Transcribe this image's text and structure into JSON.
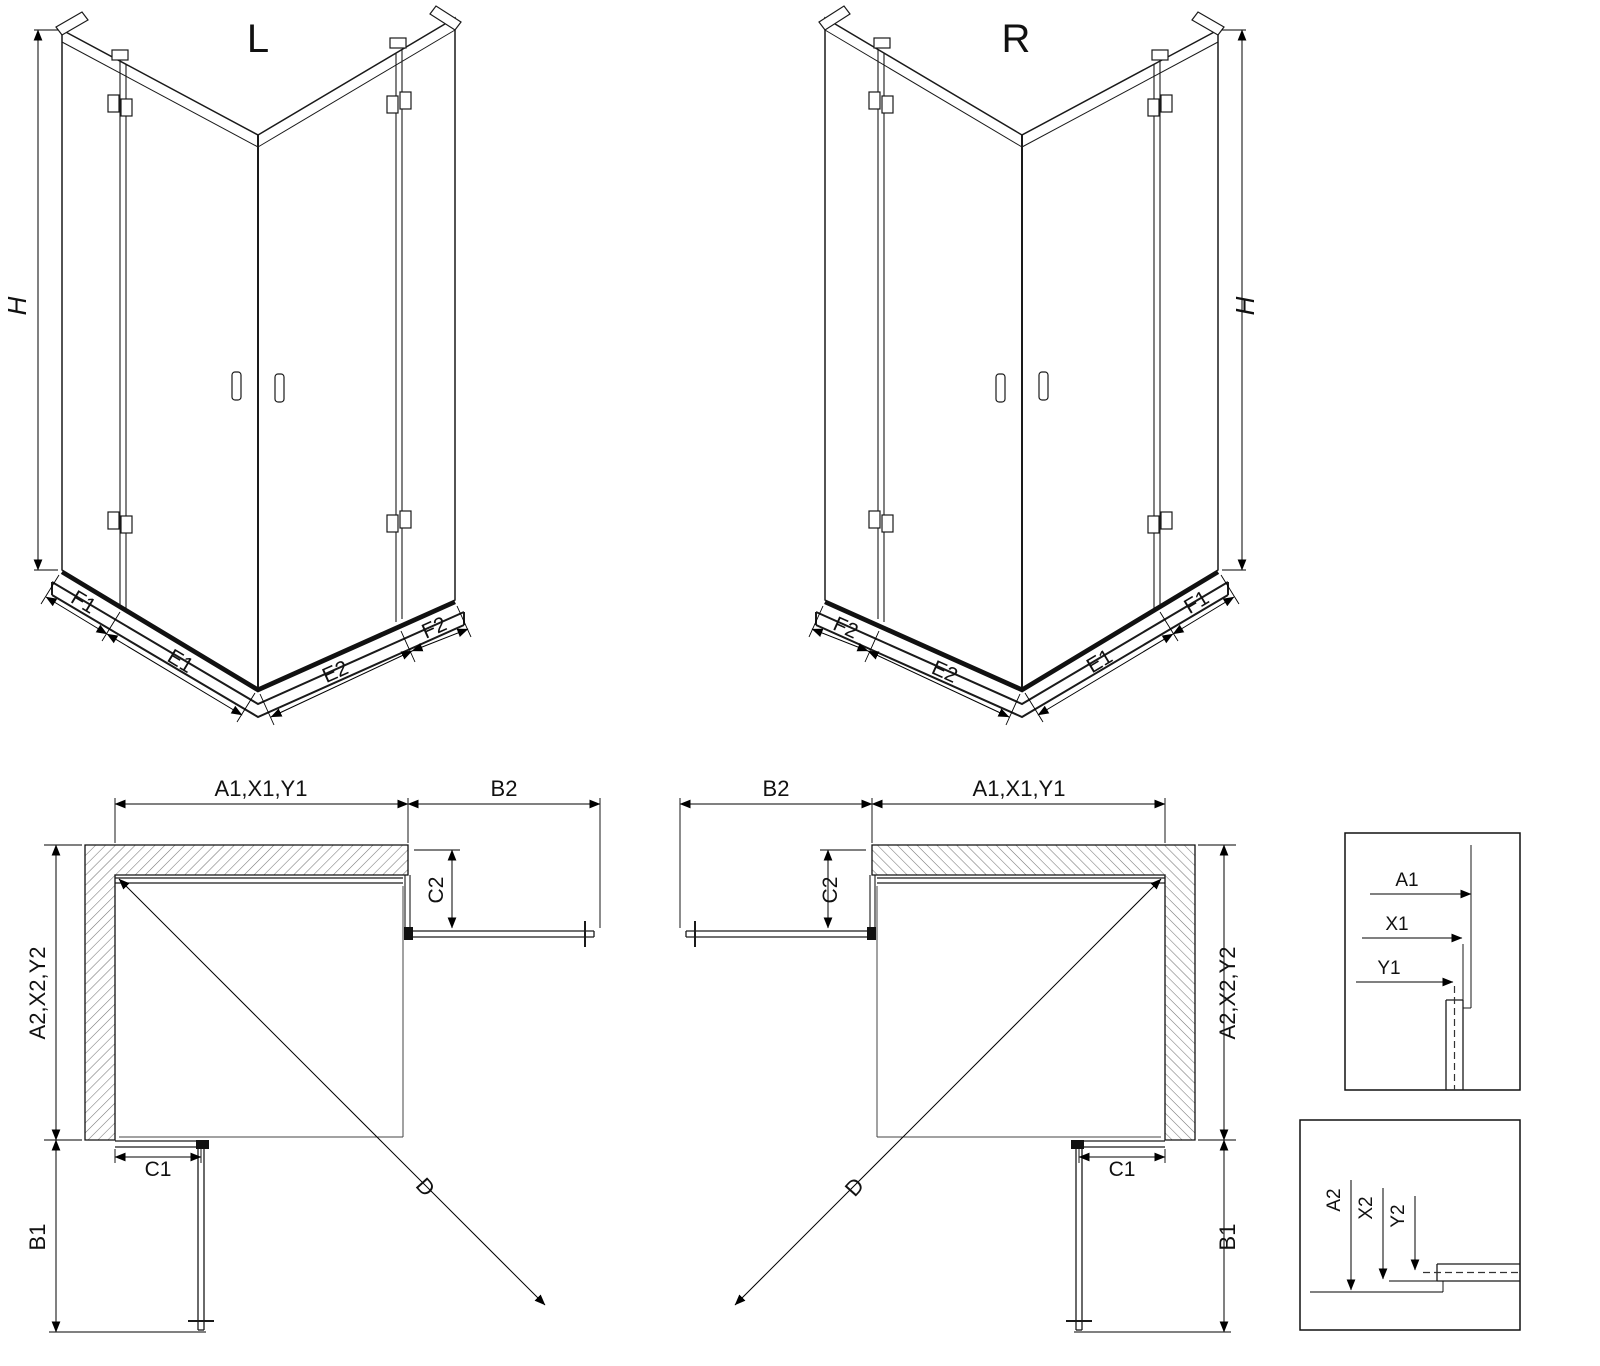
{
  "colors": {
    "ink": "#1a1a1a",
    "background": "#ffffff"
  },
  "iso_left": {
    "title": "L",
    "h": "H",
    "f1": "F1",
    "e1": "E1",
    "e2": "E2",
    "f2": "F2"
  },
  "iso_right": {
    "title": "R",
    "h": "H",
    "f1": "F1",
    "e1": "E1",
    "e2": "E2",
    "f2": "F2"
  },
  "plan_left": {
    "top_width": "A1,X1,Y1",
    "door_top": "B2",
    "return_top": "C2",
    "side_height": "A2,X2,Y2",
    "return_bottom": "C1",
    "door_bottom": "B1",
    "diagonal": "D"
  },
  "plan_right": {
    "top_width": "A1,X1,Y1",
    "door_top": "B2",
    "return_top": "C2",
    "side_height": "A2,X2,Y2",
    "return_bottom": "C1",
    "door_bottom": "B1",
    "diagonal": "D"
  },
  "detail_top": {
    "a1": "A1",
    "x1": "X1",
    "y1": "Y1"
  },
  "detail_bottom": {
    "a2": "A2",
    "x2": "X2",
    "y2": "Y2"
  }
}
